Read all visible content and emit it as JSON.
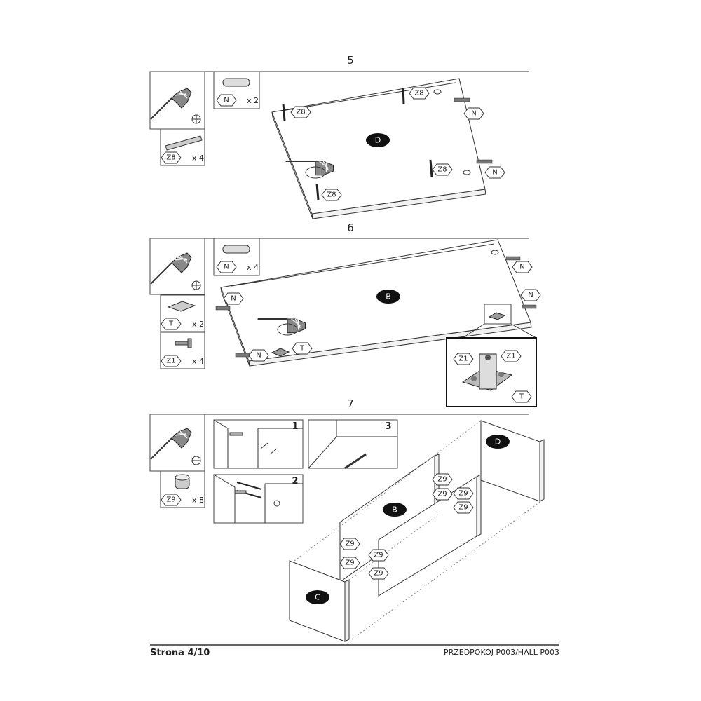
{
  "steps": [
    {
      "number": "5",
      "parts": [
        {
          "code": "N",
          "qty": "x 2"
        },
        {
          "code": "Z8",
          "qty": "x 4"
        }
      ],
      "panel": "D",
      "labels": [
        "Z8",
        "Z8",
        "Z8",
        "Z8",
        "N",
        "N"
      ]
    },
    {
      "number": "6",
      "parts": [
        {
          "code": "N",
          "qty": "x 4"
        },
        {
          "code": "T",
          "qty": "x 2"
        },
        {
          "code": "Z1",
          "qty": "x 4"
        }
      ],
      "panel": "B",
      "labels": [
        "N",
        "N",
        "N",
        "N",
        "T"
      ],
      "detail_labels": [
        "Z1",
        "Z1",
        "T"
      ]
    },
    {
      "number": "7",
      "parts": [
        {
          "code": "Z9",
          "qty": "x 8"
        }
      ],
      "insets": [
        "1",
        "2",
        "3"
      ],
      "panels": [
        "B",
        "D",
        "C"
      ],
      "labels": [
        "Z9",
        "Z9",
        "Z9",
        "Z9",
        "Z9",
        "Z9",
        "Z9",
        "Z9"
      ]
    }
  ],
  "footer": {
    "page": "Strona 4/10",
    "product": "PRZEDPOKÓJ P003/HALL P003"
  },
  "colors": {
    "ink": "#222222",
    "badge": "#111111"
  }
}
